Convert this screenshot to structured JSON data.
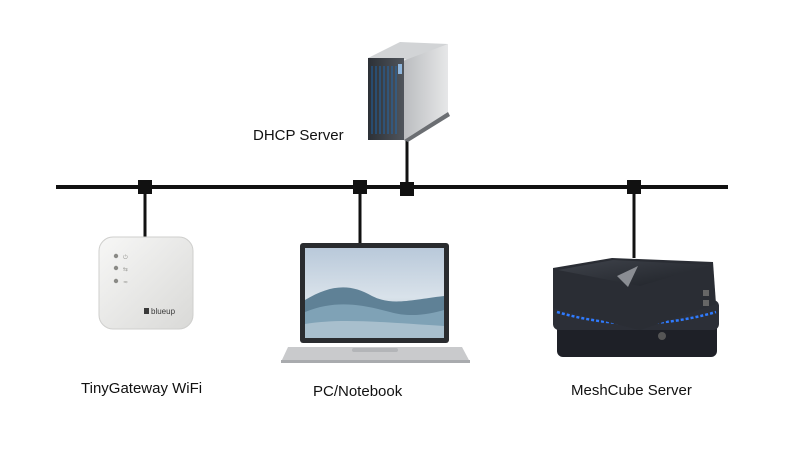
{
  "diagram": {
    "nodes": [
      {
        "id": "dhcp",
        "label": "DHCP Server",
        "icon": "tower-server-icon"
      },
      {
        "id": "gateway",
        "label": "TinyGateway WiFi",
        "icon": "wifi-gateway-icon",
        "brand": "blueup"
      },
      {
        "id": "pc",
        "label": "PC/Notebook",
        "icon": "laptop-icon"
      },
      {
        "id": "meshcube",
        "label": "MeshCube Server",
        "icon": "mini-pc-icon"
      }
    ],
    "network": {
      "type": "bus",
      "color": "#111111"
    },
    "colors": {
      "server_body": "#5a5d63",
      "meshcube_glow": "#2f7bff",
      "gateway_body": "#ededec"
    }
  }
}
